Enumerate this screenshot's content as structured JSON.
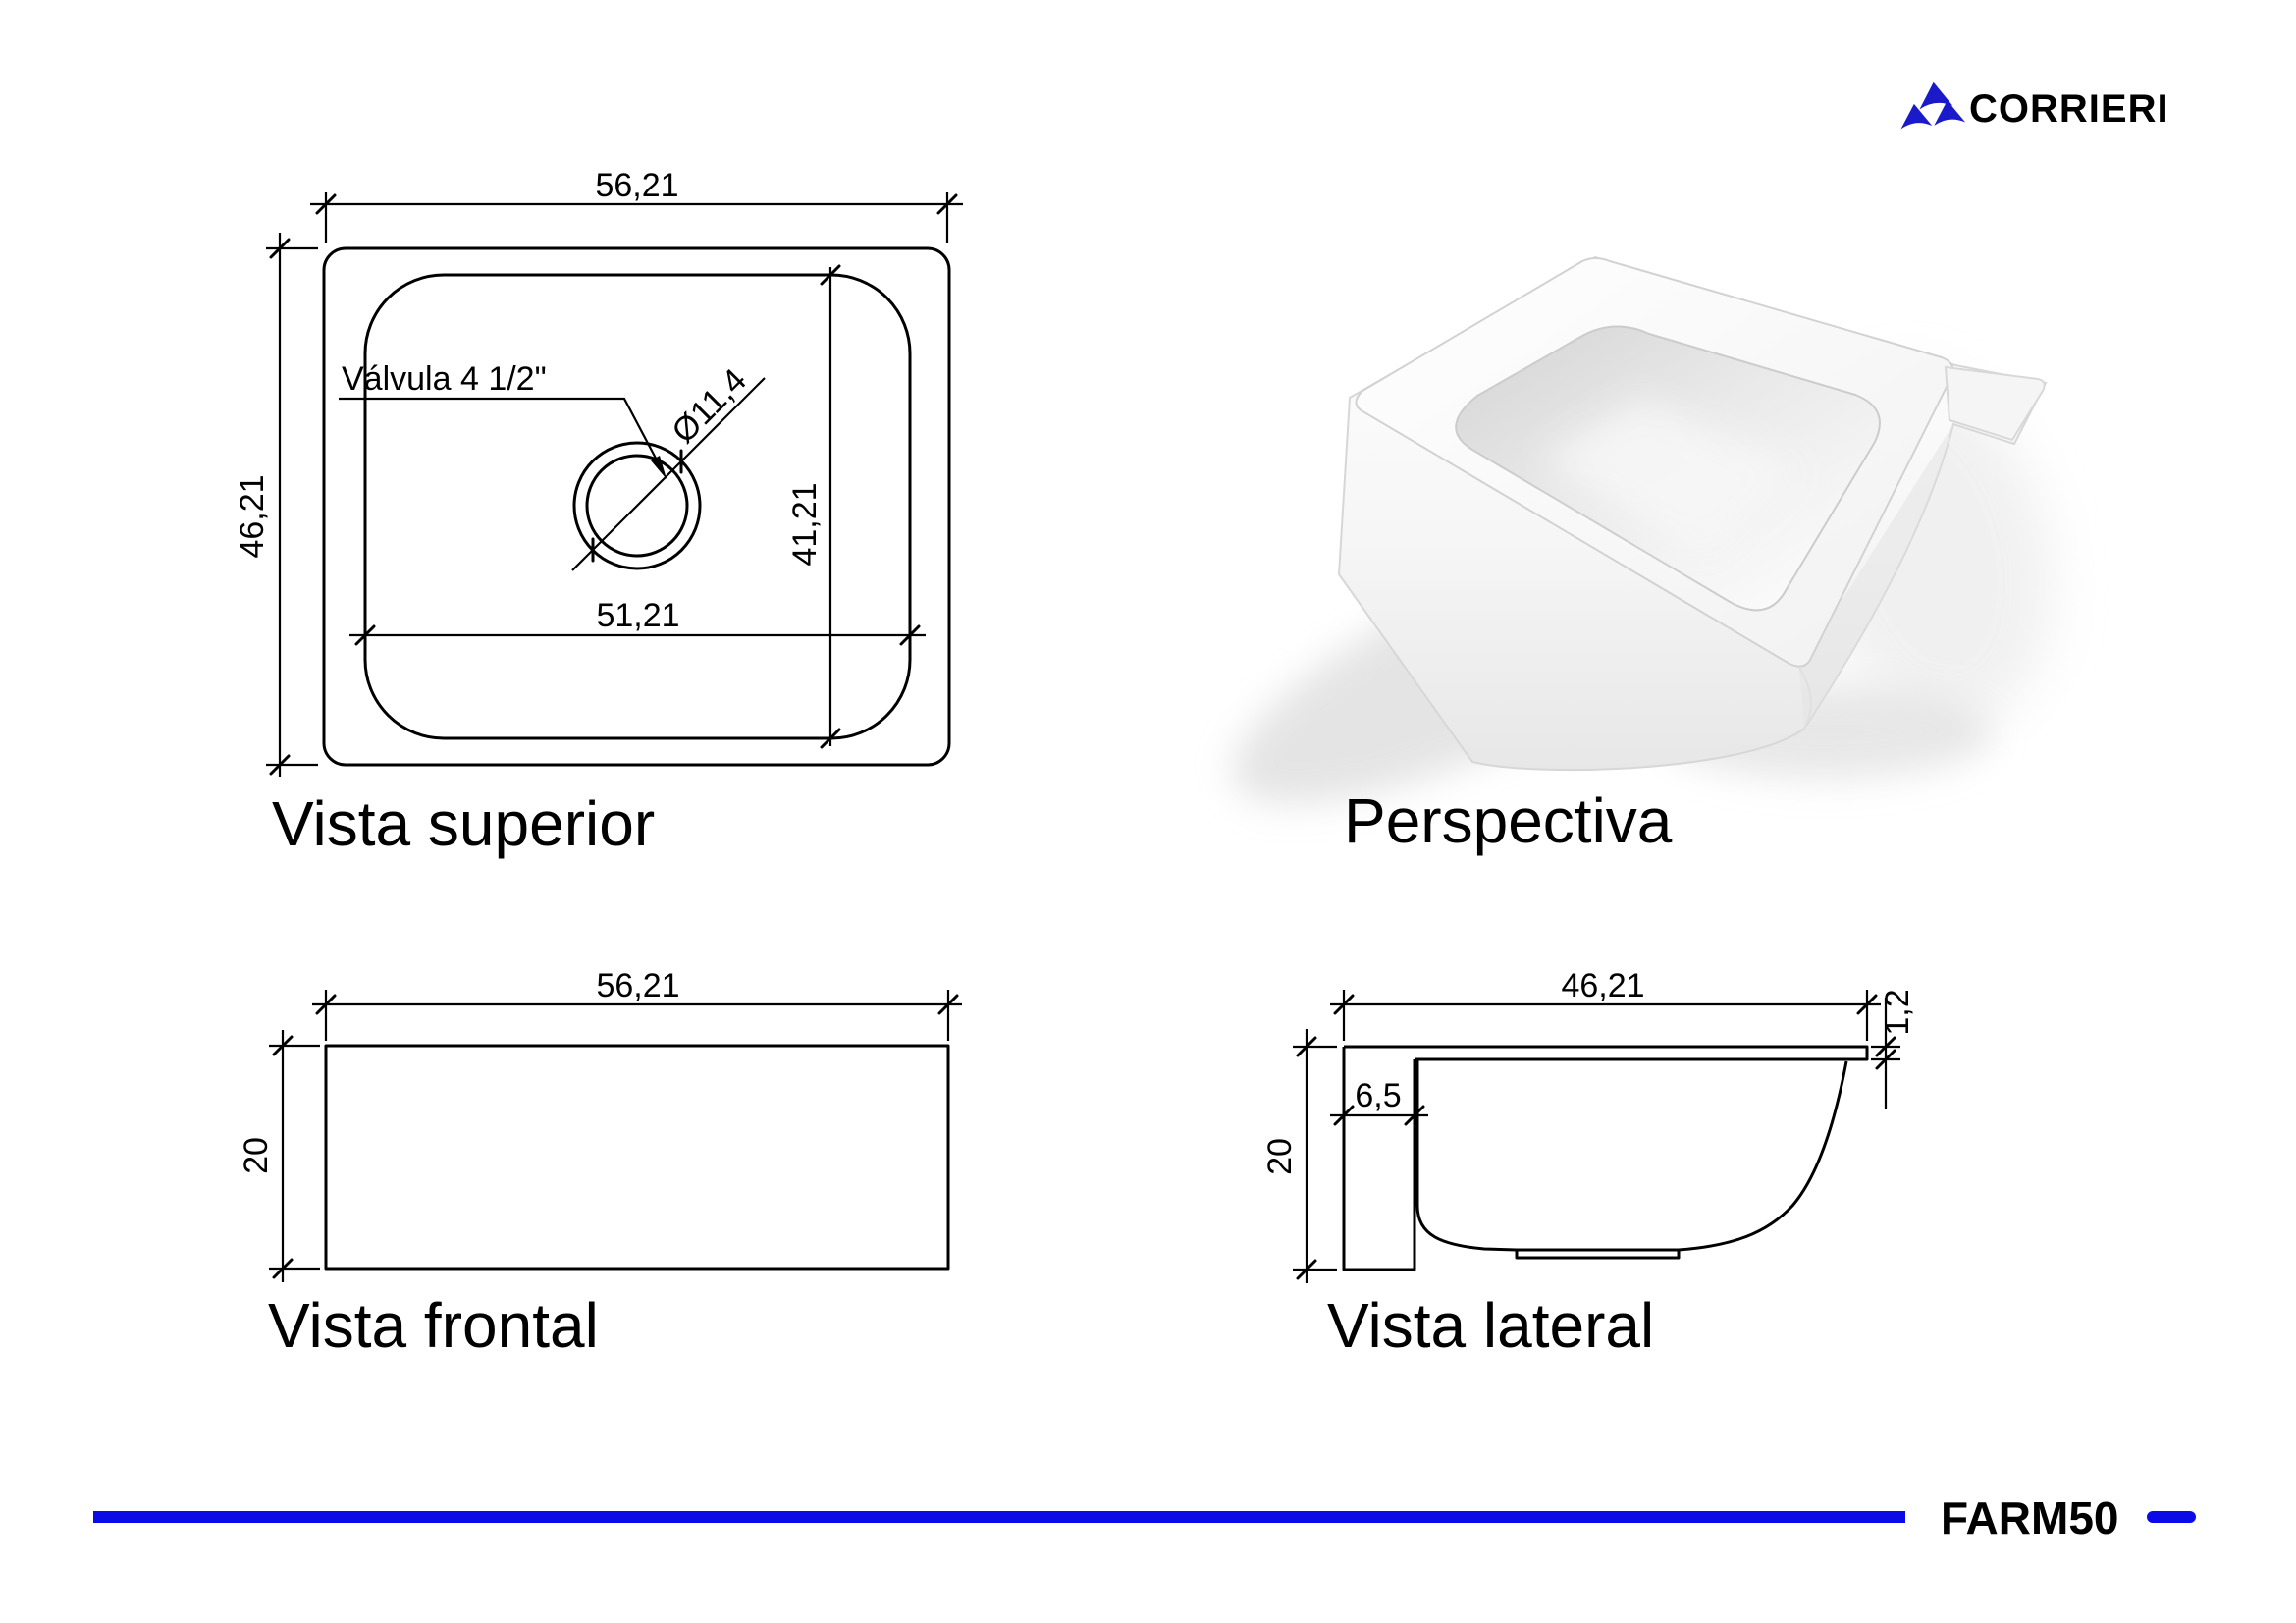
{
  "brand": {
    "name": "CORRIERI",
    "color": "#1a1acb",
    "icon": "corrieri-triple-triangle-icon"
  },
  "views": {
    "top": {
      "label": "Vista superior",
      "valve_note": "Válvula 4 1/2\"",
      "dim_outer_width": "56,21",
      "dim_outer_depth": "46,21",
      "dim_inner_width": "51,21",
      "dim_inner_depth": "41,21",
      "dim_valve_diameter": "Ø11,4"
    },
    "perspective": {
      "label": "Perspectiva"
    },
    "front": {
      "label": "Vista frontal",
      "dim_width": "56,21",
      "dim_height": "20"
    },
    "side": {
      "label": "Vista lateral",
      "dim_depth": "46,21",
      "dim_rim_thickness": "1,2",
      "dim_apron_thickness": "6,5",
      "dim_height": "20"
    }
  },
  "footer": {
    "model_code": "FARM50",
    "bar_color": "#0b0be8"
  }
}
